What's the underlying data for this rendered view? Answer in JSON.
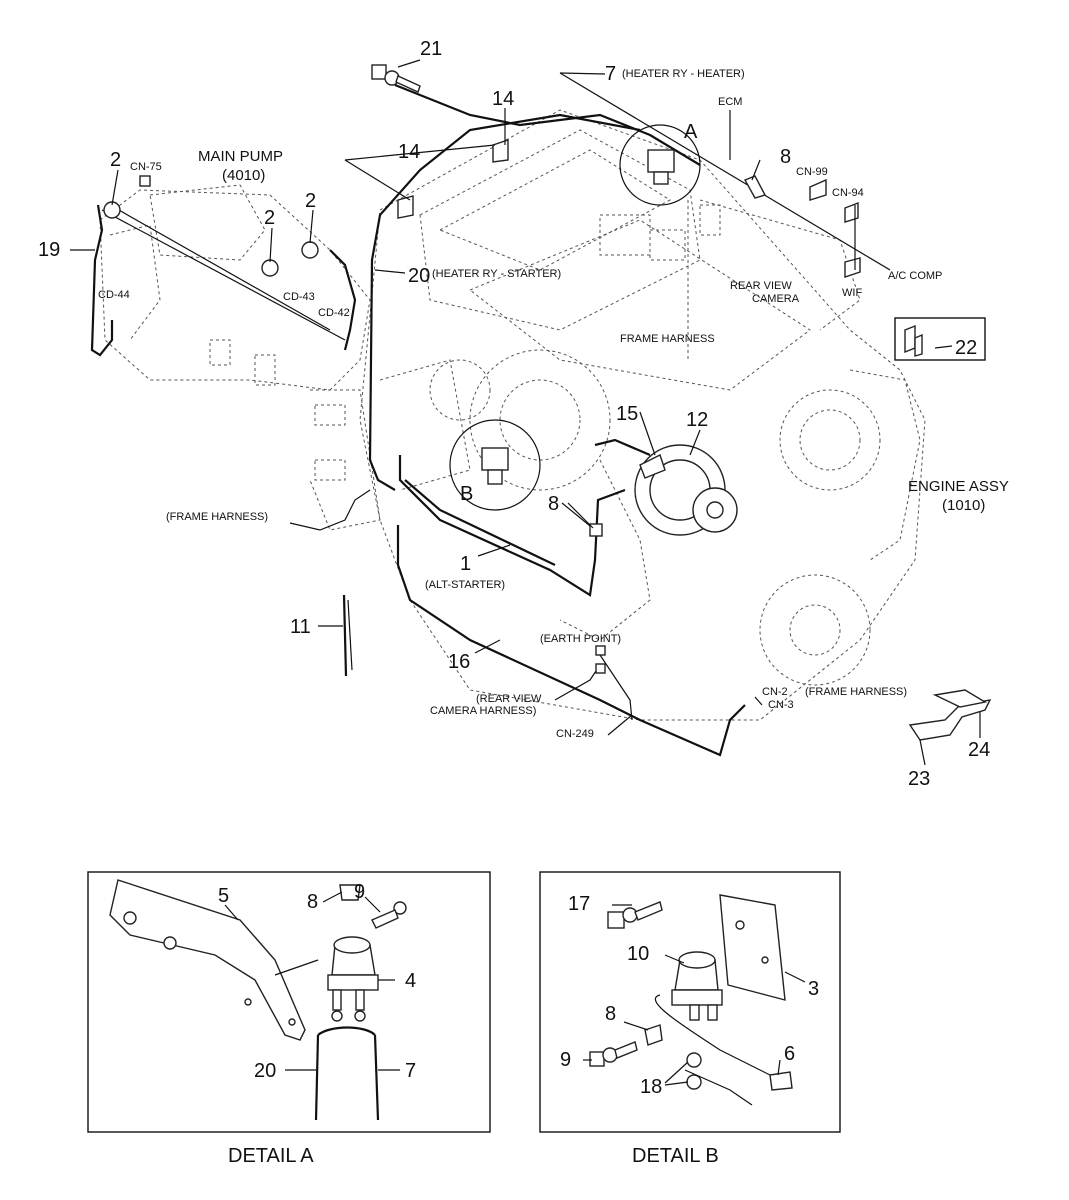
{
  "callouts": {
    "c21": "21",
    "c7": "7",
    "c7_label": "(HEATER RY - HEATER)",
    "ecm": "ECM",
    "c14a": "14",
    "c14b": "14",
    "cA": "A",
    "c8a": "8",
    "cn99": "CN-99",
    "cn94": "CN-94",
    "c2a": "2",
    "cn75": "CN-75",
    "main_pump": "MAIN PUMP",
    "main_pump_code": "(4010)",
    "c2b": "2",
    "c2c": "2",
    "c19": "19",
    "cd44": "CD-44",
    "cd43": "CD-43",
    "cd42": "CD-42",
    "c20": "20",
    "c20_label": "(HEATER RY - STARTER)",
    "rear_view_camera_1": "REAR VIEW",
    "rear_view_camera_2": "CAMERA",
    "ac_comp": "A/C COMP",
    "wif": "WIF",
    "frame_harness_top": "FRAME HARNESS",
    "c22": "22",
    "c15": "15",
    "c12": "12",
    "cB": "B",
    "c8b": "8",
    "engine_assy": "ENGINE ASSY",
    "engine_assy_code": "(1010)",
    "frame_harness_left": "(FRAME HARNESS)",
    "c1": "1",
    "alt_starter": "(ALT-STARTER)",
    "c11": "11",
    "earth_point": "(EARTH POINT)",
    "c16": "16",
    "rear_view_harness_1": "(REAR VIEW",
    "rear_view_harness_2": "CAMERA HARNESS)",
    "cn249": "CN-249",
    "cn2": "CN-2",
    "frame_harness_right": "(FRAME HARNESS)",
    "cn3": "CN-3",
    "c23": "23",
    "c24": "24"
  },
  "detail_a": {
    "title": "DETAIL A",
    "c5": "5",
    "c8": "8",
    "c9": "9",
    "c4": "4",
    "c20": "20",
    "c7": "7"
  },
  "detail_b": {
    "title": "DETAIL B",
    "c17": "17",
    "c10": "10",
    "c3": "3",
    "c8": "8",
    "c9": "9",
    "c6": "6",
    "c18": "18"
  }
}
